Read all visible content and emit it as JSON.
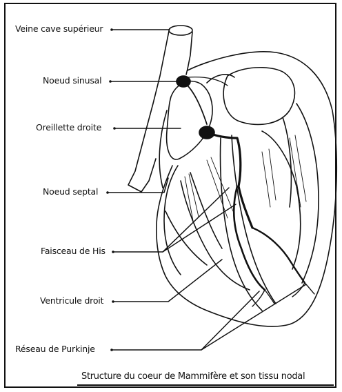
{
  "labels": {
    "vena_cava": "Veine cave supérieur",
    "sinus_node": "Noeud sinusal",
    "right_atrium": "Oreillette droite",
    "septal_node": "Noeud septal",
    "bundle_of_his": "Faisceau de His",
    "right_ventricle": "Ventricule droit",
    "purkinje_network": "Réseau de Purkinje"
  },
  "caption": "Structure du coeur de Mammifère et son  tissu nodal"
}
